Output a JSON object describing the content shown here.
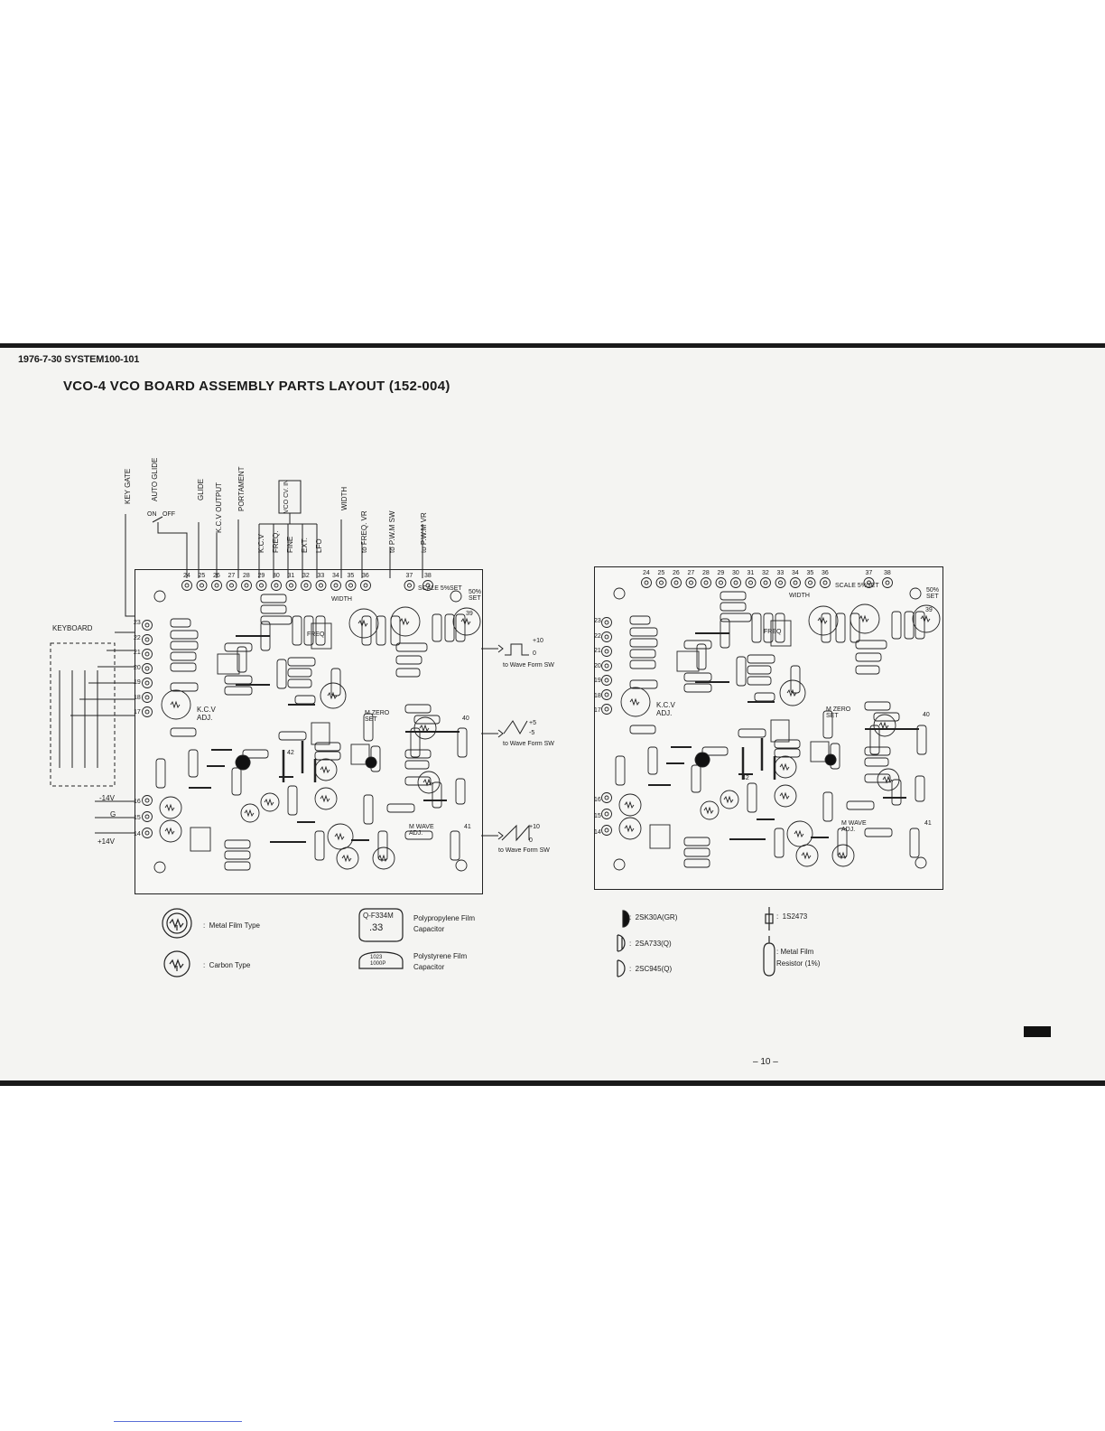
{
  "header": {
    "doc_ref": "1976-7-30 SYSTEM100-101"
  },
  "title": "VCO-4 VCO BOARD ASSEMBLY PARTS LAYOUT (152-004)",
  "top_labels": [
    "KEY GATE",
    "AUTO GLIDE",
    "GLIDE",
    "K.C.V OUTPUT",
    "PORTAMENT",
    "K.C.V",
    "FREQ.",
    "FINE",
    "EXT.",
    "LFO",
    "VCO CV. IN",
    "WIDTH",
    "to FREQ. VR",
    "to P.W.M SW",
    "to P.W.M VR"
  ],
  "switch_labels": {
    "on": "ON",
    "off": "OFF"
  },
  "side_labels": {
    "keyboard": "KEYBOARD",
    "neg14": "-14V",
    "gnd": "G",
    "pos14": "+14V"
  },
  "left_pins": [
    "23",
    "22",
    "21",
    "20",
    "19",
    "18",
    "17",
    "16",
    "15",
    "14"
  ],
  "top_pins": [
    "24",
    "25",
    "26",
    "27",
    "28",
    "29",
    "30",
    "31",
    "32",
    "33",
    "34",
    "35",
    "36",
    "37",
    "38"
  ],
  "right_pins": [
    "39",
    "40",
    "41",
    "42"
  ],
  "board_labels": {
    "scale": "SCALE",
    "scale_set": "5%SET",
    "set50": "50% SET",
    "kcv_adj": "K.C.V ADJ.",
    "m_zero_set": "M ZERO SET",
    "m_wave_adj": "M WAVE ADJ.",
    "width": "WIDTH",
    "freq": "FREQ"
  },
  "wave_outputs": [
    {
      "label": "to Wave Form SW",
      "hi": "+10",
      "lo": "0"
    },
    {
      "label": "to Wave Form SW",
      "hi": "+5",
      "lo": "-5"
    },
    {
      "label": "to Wave Form SW",
      "hi": "+10",
      "lo": "0"
    }
  ],
  "legend_left": [
    {
      "symbol": "metal-film-trimmer",
      "text": "Metal Film Type"
    },
    {
      "symbol": "carbon-trimmer",
      "text": "Carbon Type"
    }
  ],
  "legend_caps": [
    {
      "marking": "Q-F334M .33",
      "text": "Polypropylene Film Capacitor"
    },
    {
      "marking": "1023 1000P",
      "text": "Polystyrene Film Capacitor"
    }
  ],
  "legend_transistors": [
    {
      "symbol": "filled-d",
      "text": "2SK30A(GR)"
    },
    {
      "symbol": "half-d",
      "text": "2SA733(Q)"
    },
    {
      "symbol": "open-d",
      "text": "2SC945(Q)"
    }
  ],
  "legend_diodes": [
    {
      "symbol": "diode",
      "text": "1S2473"
    },
    {
      "symbol": "metal-resistor",
      "text": "Metal Film Resistor (1%)"
    }
  ],
  "page_number": "– 10 –"
}
